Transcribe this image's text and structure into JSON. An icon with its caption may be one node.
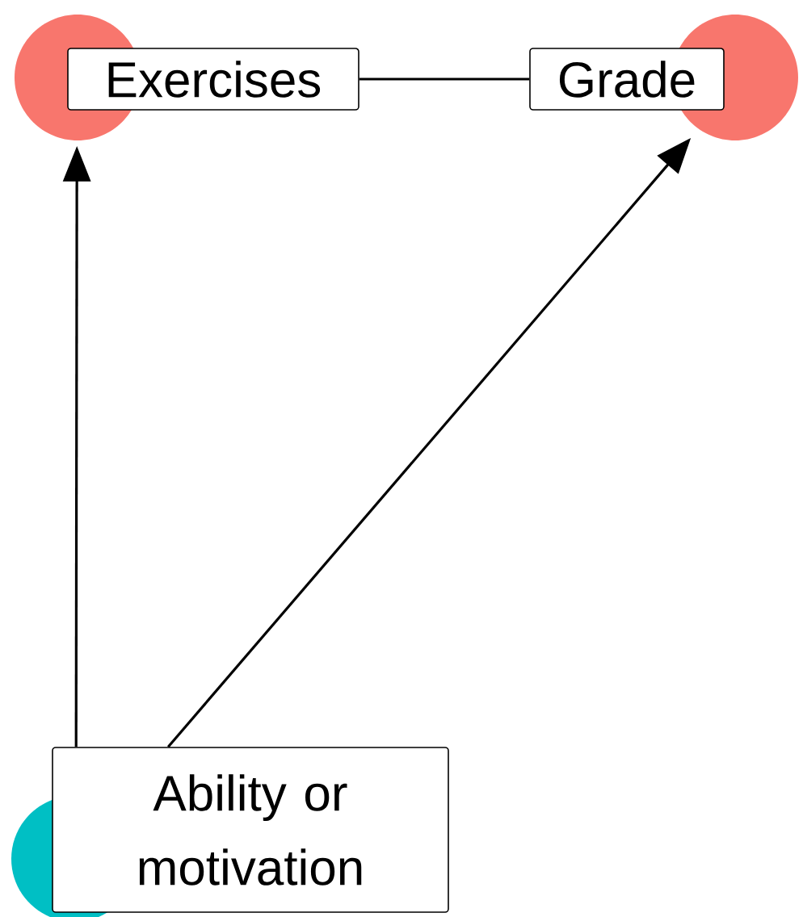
{
  "diagram": {
    "nodes": [
      {
        "text": [
          "Exercises"
        ]
      },
      {
        "text": [
          "Grade"
        ]
      },
      {
        "text": [
          "Ability or motivation"
        ]
      }
    ],
    "edges": [
      {
        "from": 2,
        "to": 0,
        "arrow": "to"
      },
      {
        "from": 2,
        "to": 1,
        "arrow": "to"
      },
      {
        "from": 0,
        "to": 1,
        "arrow": "none"
      }
    ]
  }
}
